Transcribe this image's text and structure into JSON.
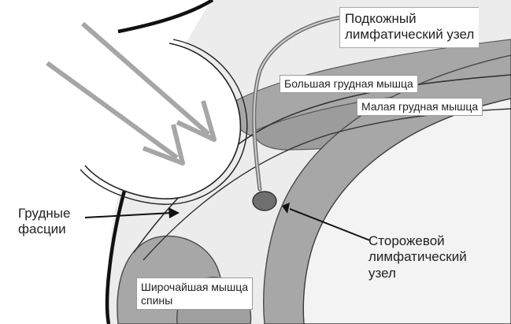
{
  "labels": {
    "subcutaneous_node": [
      "Подкожный",
      "лимфатический узел"
    ],
    "pectoralis_major": "Большая грудная мышца",
    "pectoralis_minor": "Малая грудная мышца",
    "fascia": [
      "Грудные",
      "фасции"
    ],
    "sentinel_node": [
      "Сторожевой",
      "лимфатический",
      "узел"
    ],
    "latissimus": [
      "Широчайшая мышца",
      "спины"
    ]
  },
  "colors": {
    "background": "#ffffff",
    "tissue": "#ececec",
    "muscle": "#a7a7a7",
    "inner_cavity": "#f3f3f3",
    "skin": "#111111",
    "arrow": "#a6a6a6",
    "node": "#6f6f6f"
  }
}
